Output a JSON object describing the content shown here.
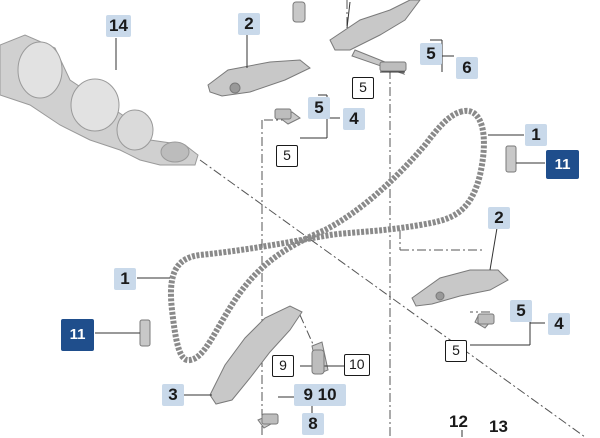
{
  "colors": {
    "label_bg": "#c9d9ea",
    "highlight_bg": "#1f4e8c",
    "part_fill": "#c8c8c8",
    "part_stroke": "#7a7a7a"
  },
  "labels": {
    "crankshaft": "14",
    "tensioner_rail_top": "2",
    "tensioner_rail_right": "2",
    "bolt_group_top": "5",
    "bolt_top": "6",
    "washer_top": "5",
    "bolt_group_mid": "5",
    "bolt_mid": "4",
    "washer_mid": "5",
    "chain_upper": "1",
    "chain_lower": "1",
    "chain_guide_pad_upper": "11",
    "chain_guide_pad_lower": "11",
    "bolt_group_right": "5",
    "bolt_right": "4",
    "washer_right": "5",
    "tensioner_guide": "3",
    "pin_a": "9",
    "pin_b": "10",
    "pin_group": "9 10",
    "pin_assembly": "8",
    "part_12": "12",
    "part_13": "13"
  }
}
